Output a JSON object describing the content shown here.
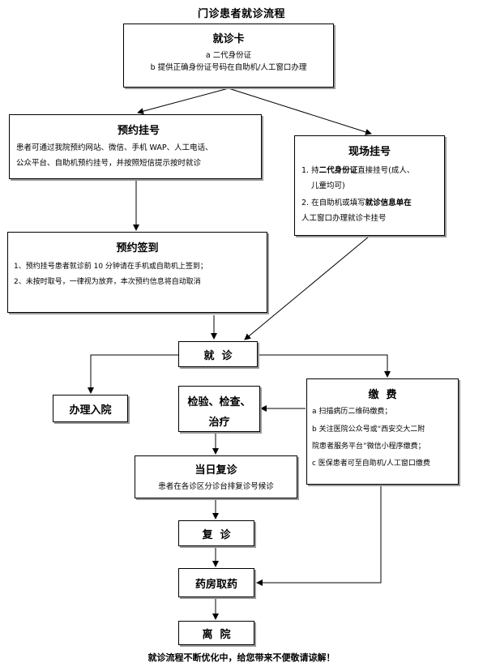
{
  "title": "门诊患者就诊流程",
  "footer": "就诊流程不断优化中，给您带来不便敬请谅解！",
  "card": {
    "title": "就诊卡",
    "line1": "a 二代身份证",
    "line2": "b 提供正确身份证号码在自助机/人工窗口办理"
  },
  "appointment": {
    "title": "预约挂号",
    "line1": "患者可通过我院预约网站、微信、手机 WAP、人工电话、",
    "line2": "公众平台、自助机预约挂号，并按照短信提示按时就诊"
  },
  "onsite": {
    "title": "现场挂号",
    "line1_prefix": "1.  持",
    "line1_bold": "二代身份证",
    "line1_suffix": "直接挂号(成人、",
    "line2": "儿童均可)",
    "line3_prefix": "2.  在自助机或填写",
    "line3_bold": "就诊信息单在",
    "line4": "人工窗口办理就诊卡挂号"
  },
  "checkin": {
    "title": "预约签到",
    "line1": "1、预约挂号患者就诊前 10 分钟请在手机或自助机上签到；",
    "line2": "2、未按时取号，一律视为放弃，本次预约信息将自动取消"
  },
  "visit": {
    "title": "就  诊"
  },
  "admission": {
    "title": "办理入院"
  },
  "exam": {
    "title_line1": "检验、检查、",
    "title_line2": "治疗"
  },
  "payment": {
    "title": "缴  费",
    "line1": "a 扫描病历二维码缴费；",
    "line2": "b 关注医院公众号或“西安交大二附",
    "line3": "院患者服务平台”微信小程序缴费；",
    "line4": "c 医保患者可至自助机/人工窗口缴费"
  },
  "sameday": {
    "title": "当日复诊",
    "line1": "患者在各诊区分诊台排复诊号候诊"
  },
  "revisit": {
    "title": "复  诊"
  },
  "pharmacy": {
    "title": "药房取药"
  },
  "leave": {
    "title": "离  院"
  }
}
